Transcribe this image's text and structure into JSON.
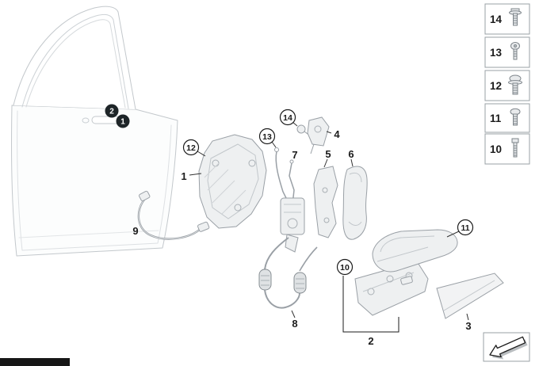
{
  "diagram": {
    "door_markers": [
      {
        "label": "2"
      },
      {
        "label": "1"
      }
    ],
    "circled_callouts": [
      {
        "label": "12"
      },
      {
        "label": "13"
      },
      {
        "label": "14"
      },
      {
        "label": "10"
      },
      {
        "label": "11"
      }
    ],
    "plain_labels": [
      {
        "label": "1"
      },
      {
        "label": "7"
      },
      {
        "label": "4"
      },
      {
        "label": "5"
      },
      {
        "label": "6"
      },
      {
        "label": "9"
      },
      {
        "label": "8"
      },
      {
        "label": "2"
      },
      {
        "label": "3"
      }
    ],
    "fasteners": [
      {
        "number": "14",
        "icon": "flange-hex-screw-icon"
      },
      {
        "number": "13",
        "icon": "torx-round-screw-icon"
      },
      {
        "number": "12",
        "icon": "pan-washer-screw-icon"
      },
      {
        "number": "11",
        "icon": "torx-pan-screw-icon"
      },
      {
        "number": "10",
        "icon": "long-hex-screw-icon"
      }
    ],
    "footer": {
      "direction_icon": "direction-arrow-icon"
    },
    "colors": {
      "door_line": "#c3c8cc",
      "part_line": "#9aa0a6",
      "part_fill": "#eef0f1",
      "callout_dark": "#1b1b1b",
      "marker_fill": "#1e2528",
      "panel_border": "#9aa0a6"
    }
  }
}
